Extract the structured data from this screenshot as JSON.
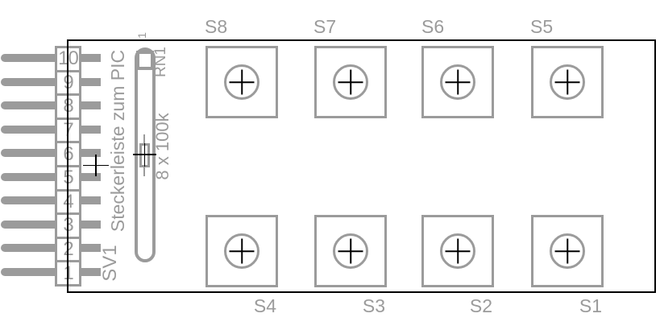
{
  "diagram_type": "pcb-component-layout",
  "colors": {
    "silkscreen": "#9b9b9b",
    "board_outline": "#000000",
    "background": "#ffffff"
  },
  "connector": {
    "designator": "SV1",
    "function_label": "Steckerleiste zum PIC",
    "pins": [
      "10",
      "9",
      "8",
      "7",
      "6",
      "5",
      "4",
      "3",
      "2",
      "1"
    ]
  },
  "resistor_network": {
    "designator": "RN1",
    "value": "8 x 100k",
    "pin1_label": "1"
  },
  "switches": {
    "top_row": [
      "S8",
      "S7",
      "S6",
      "S5"
    ],
    "bottom_row": [
      "S4",
      "S3",
      "S2",
      "S1"
    ]
  }
}
